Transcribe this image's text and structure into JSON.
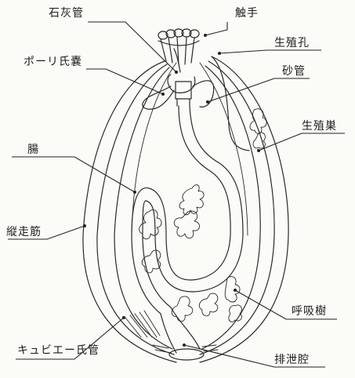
{
  "labels": {
    "stone_canal": "石灰管",
    "tentacles": "触手",
    "gonopore": "生殖孔",
    "polian_vesicle": "ポーリ氏嚢",
    "sand_canal": "砂管",
    "gonad": "生殖巣",
    "intestine": "腸",
    "longitudinal_muscle": "縦走筋",
    "respiratory_tree": "呼吸樹",
    "cuvierian_tubules": "キュビエー氏管",
    "cloaca": "排泄腔"
  }
}
